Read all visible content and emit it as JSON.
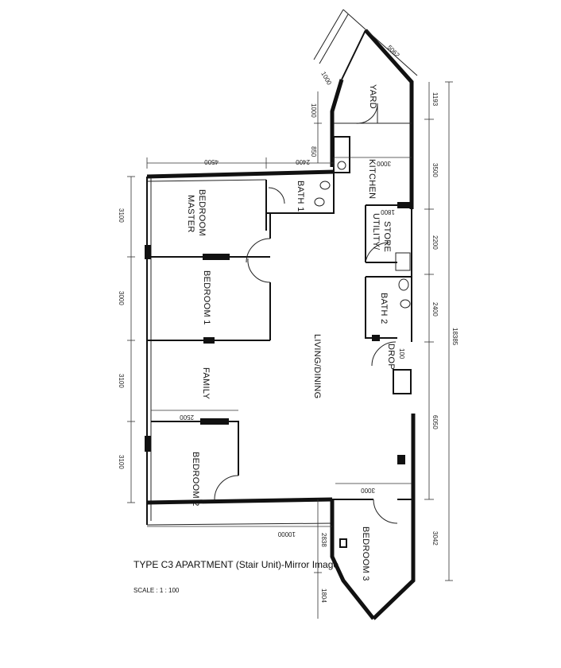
{
  "rooms": {
    "yard": "YARD",
    "kitchen": "KITCHEN",
    "bath1": "BATH 1",
    "master_line1": "MASTER",
    "master_line2": "BEDROOM",
    "bedroom1": "BEDROOM 1",
    "utility_line1": "UTILITY/",
    "utility_line2": "STORE",
    "bath2": "BATH 2",
    "drop_value": "100",
    "drop_label": "DROP",
    "family": "FAMILY",
    "living": "LIVING/DINING",
    "bedroom2": "BEDROOM 2",
    "bedroom3": "BEDROOM 3"
  },
  "dimensions": {
    "yard_top": "5062",
    "yard_left": "1000",
    "v_1000": "1000",
    "v_850": "850",
    "top_4500": "4500",
    "top_2400": "2400",
    "kitchen_3000": "3000",
    "utility_1800": "1800",
    "br2_2500": "2500",
    "br3_3000": "3000",
    "bottom_10000": "10000",
    "left_3100_a": "3100",
    "left_3000": "3000",
    "left_3100_b": "3100",
    "left_3100_c": "3100",
    "right_1193": "1193",
    "right_3500": "3500",
    "right_2200": "2200",
    "right_2400": "2400",
    "right_18385": "18385",
    "right_6050": "6050",
    "right_3042": "3042",
    "br3_2838": "2838",
    "br3_1804": "1804"
  },
  "caption": {
    "title": "TYPE C3 APARTMENT (Stair Unit)-Mirror Image",
    "scale": "SCALE : 1 : 100"
  }
}
